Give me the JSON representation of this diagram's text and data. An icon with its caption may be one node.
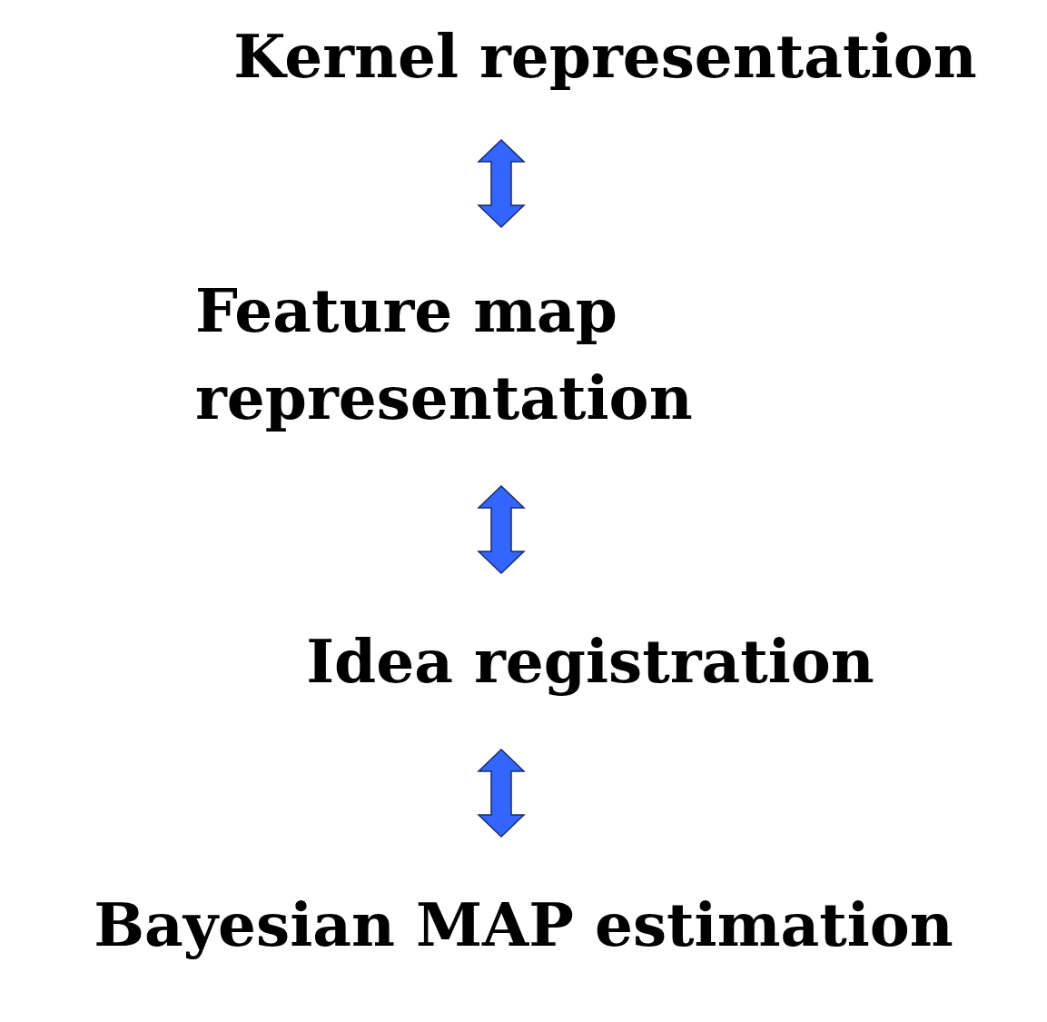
{
  "diagram": {
    "nodes": [
      {
        "text": [
          "Kernel representation"
        ]
      },
      {
        "text": [
          "Feature map representation"
        ]
      },
      {
        "text": [
          "Idea registration"
        ]
      },
      {
        "text": [
          "Bayesian MAP estimation"
        ]
      }
    ],
    "edges": [
      {
        "from": 0,
        "to": 1,
        "arrow": "both"
      },
      {
        "from": 1,
        "to": 2,
        "arrow": "both"
      },
      {
        "from": 2,
        "to": 3,
        "arrow": "both"
      }
    ]
  }
}
